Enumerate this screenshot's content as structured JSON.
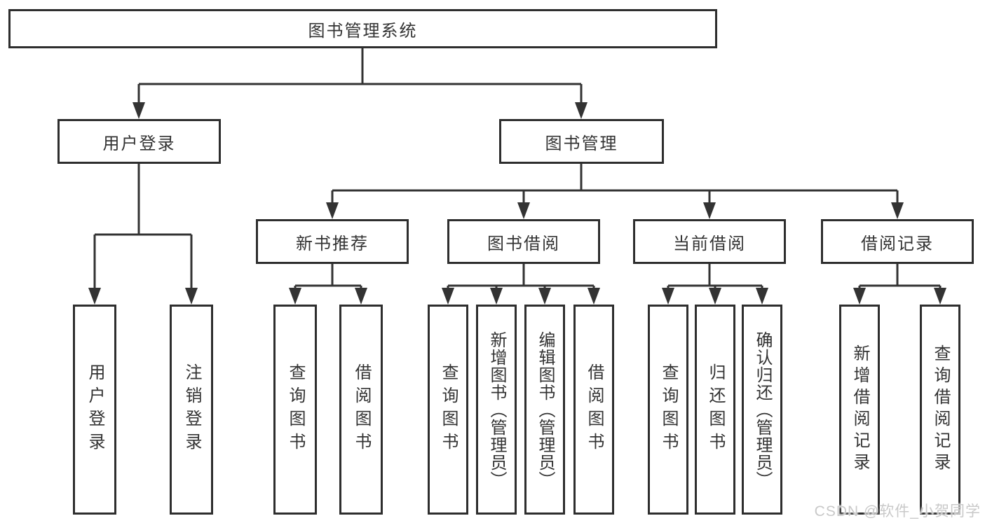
{
  "diagram": {
    "root": {
      "label": "图书管理系统"
    },
    "level2": [
      {
        "label": "用户登录"
      },
      {
        "label": "图书管理"
      }
    ],
    "level3": [
      {
        "label": "新书推荐"
      },
      {
        "label": "图书借阅"
      },
      {
        "label": "当前借阅"
      },
      {
        "label": "借阅记录"
      }
    ],
    "leaves": {
      "user_login": [
        {
          "label": "用户登录"
        },
        {
          "label": "注销登录"
        }
      ],
      "new_book": [
        {
          "label": "查询图书"
        },
        {
          "label": "借阅图书"
        }
      ],
      "borrow": [
        {
          "label": "查询图书"
        },
        {
          "label": "新增图书（管理员）"
        },
        {
          "label": "编辑图书（管理员）"
        },
        {
          "label": "借阅图书"
        }
      ],
      "current": [
        {
          "label": "查询图书"
        },
        {
          "label": "归还图书"
        },
        {
          "label": "确认归还（管理员）"
        }
      ],
      "records": [
        {
          "label": "新增借阅记录"
        },
        {
          "label": "查询借阅记录"
        }
      ]
    }
  },
  "watermark": {
    "text": "CSDN @软件_小贺同学"
  },
  "colors": {
    "background": "#ffffff",
    "line": "#333333",
    "box_border": "#2e2e2e",
    "text": "#333333",
    "watermark": "#c9c9c9"
  }
}
